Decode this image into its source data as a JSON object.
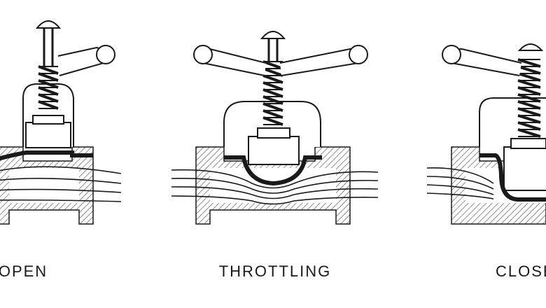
{
  "diagram": {
    "states": [
      {
        "id": "open",
        "label": "OPEN"
      },
      {
        "id": "throttling",
        "label": "THROTTLING"
      },
      {
        "id": "closed",
        "label": "CLOSED"
      }
    ],
    "colors": {
      "line": "#1a1a1a",
      "hatch": "#555555",
      "background": "#ffffff"
    }
  }
}
